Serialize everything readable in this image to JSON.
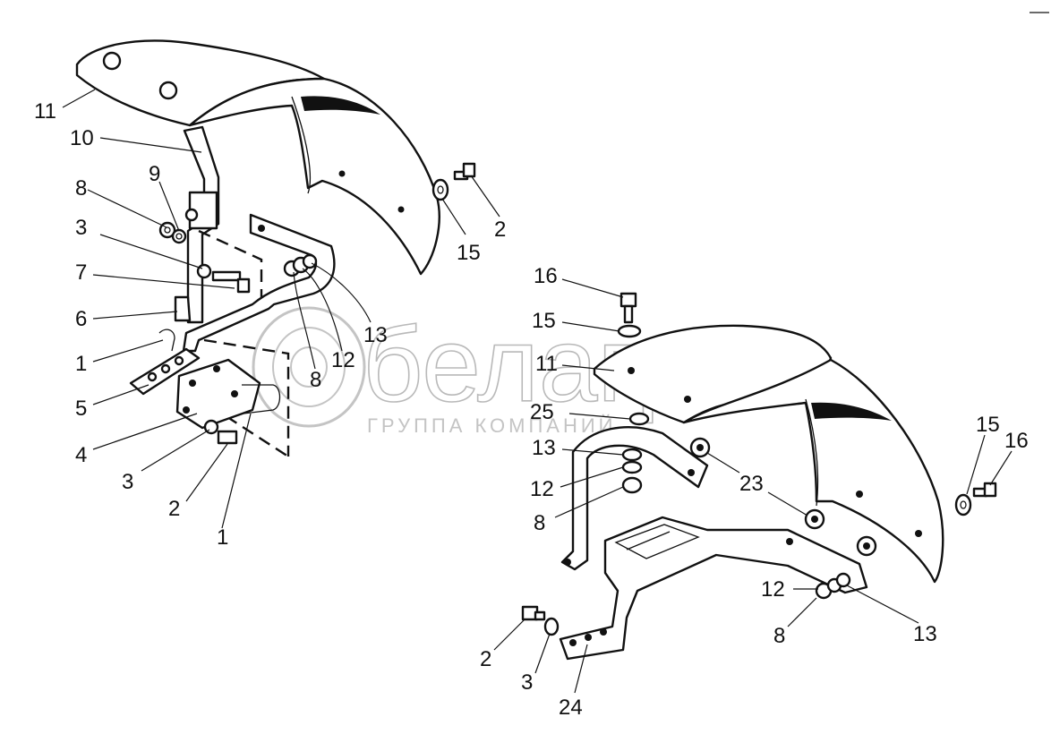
{
  "watermark": {
    "brand": "белагро",
    "subtitle": "ГРУППА КОМПАНИЙ"
  },
  "left_assembly": {
    "labels": {
      "l11": "11",
      "l10": "10",
      "l9": "9",
      "l8a": "8",
      "l3a": "3",
      "l7": "7",
      "l6": "6",
      "l1a": "1",
      "l5": "5",
      "l4": "4",
      "l3b": "3",
      "l2a": "2",
      "l1b": "1",
      "l8b": "8",
      "l12": "12",
      "l13": "13",
      "l15": "15",
      "l2b": "2"
    }
  },
  "right_assembly": {
    "labels": {
      "l16a": "16",
      "l15a": "15",
      "l11": "11",
      "l25": "25",
      "l13a": "13",
      "l12a": "12",
      "l8a": "8",
      "l23": "23",
      "l15b": "15",
      "l16b": "16",
      "l12b": "12",
      "l8b": "8",
      "l13b": "13",
      "l2": "2",
      "l3": "3",
      "l24": "24"
    }
  }
}
